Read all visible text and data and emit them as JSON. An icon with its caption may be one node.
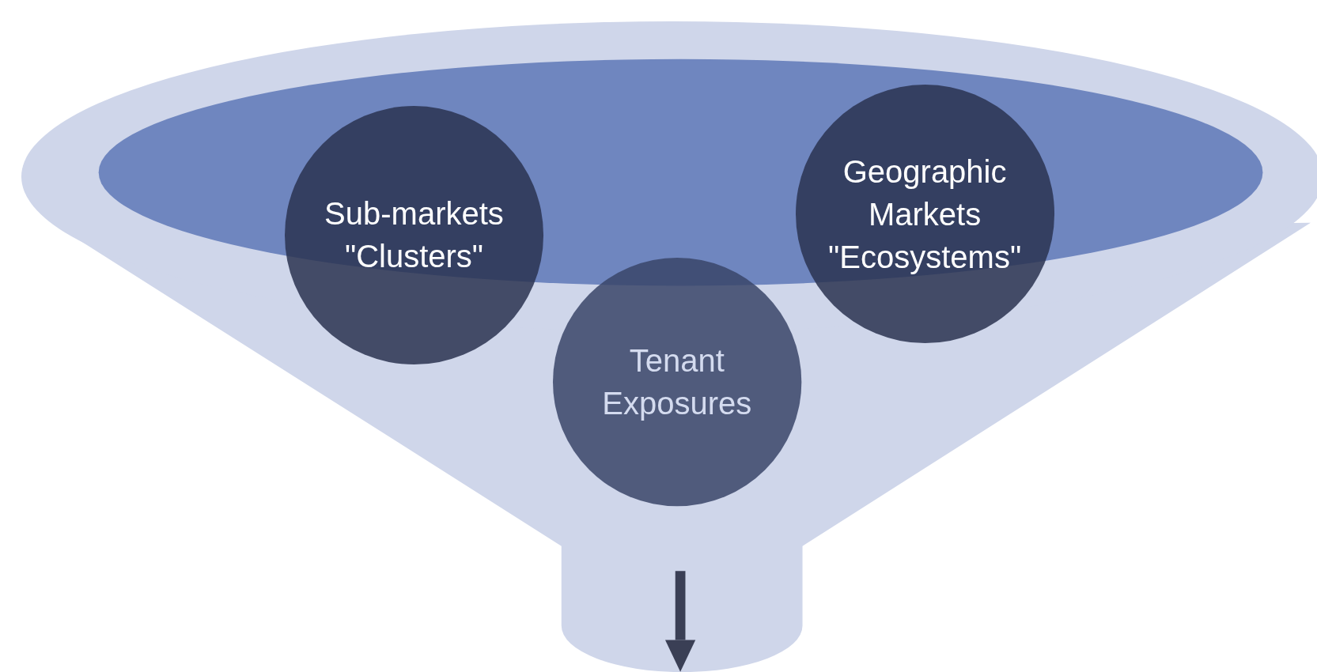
{
  "diagram": {
    "nodes": [
      {
        "text": [],
        "shape": "funnel"
      },
      {
        "text": [
          "Sub-markets \"Clusters\""
        ]
      },
      {
        "text": [
          "Geographic Markets \"Ecosystems\""
        ]
      },
      {
        "text": [
          "Tenant Exposures"
        ],
        "in": 0
      }
    ]
  }
}
